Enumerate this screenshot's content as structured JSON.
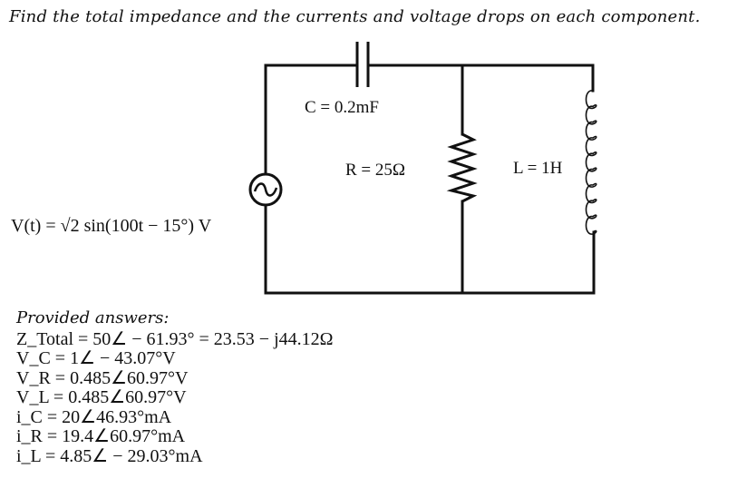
{
  "problem": {
    "title": "Find the total impedance and the currents and voltage drops on each component."
  },
  "circuit": {
    "source_label": "V(t) = √2 sin(100t − 15°) V",
    "capacitor_label": "C = 0.2mF",
    "resistor_label": "R = 25Ω",
    "inductor_label": "L = 1H"
  },
  "answers": {
    "heading": "Provided answers:",
    "z_total": "Z_Total = 50∠ − 61.93° = 23.53 − j44.12Ω",
    "v_c": "V_C = 1∠ − 43.07°V",
    "v_r": "V_R = 0.485∠60.97°V",
    "v_l": "V_L = 0.485∠60.97°V",
    "i_c": "i_C = 20∠46.93°mA",
    "i_r": "i_R = 19.4∠60.97°mA",
    "i_l": "i_L = 4.85∠ − 29.03°mA"
  }
}
